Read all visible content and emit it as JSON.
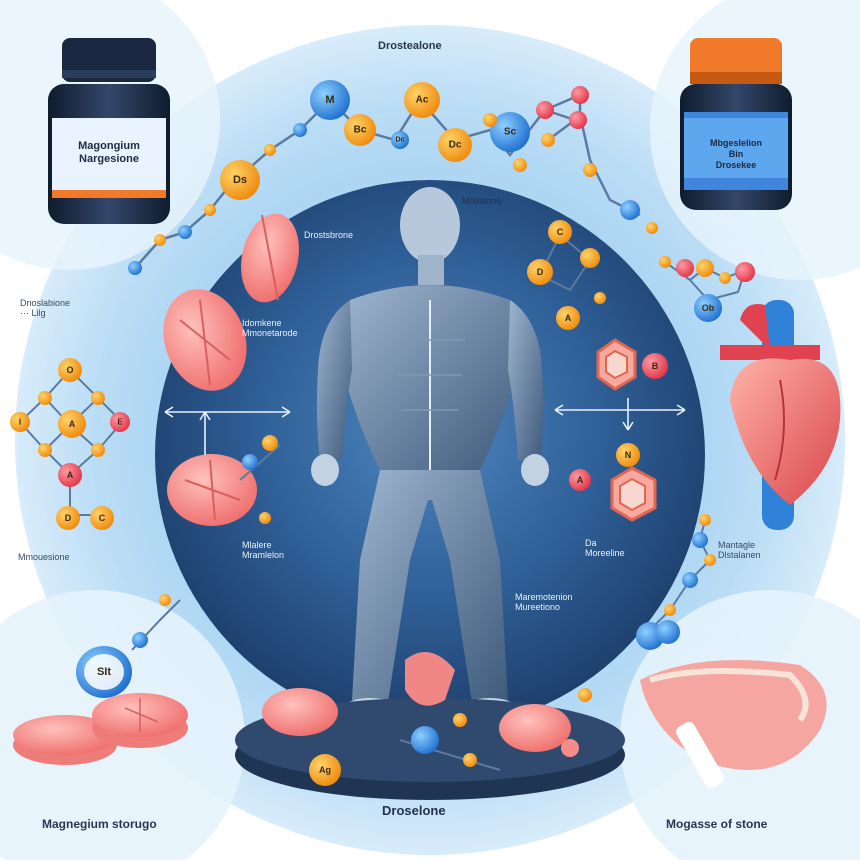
{
  "title_top": "Drostealone",
  "title_bottom": "Droselone",
  "bottle_left": {
    "line1": "Magongium",
    "line2": "Nargesione"
  },
  "bottle_right": {
    "line1": "Mbgeslelion",
    "line2": "Bin",
    "line3": "Drosekee"
  },
  "figure_label_left": "Drostsbrone",
  "figure_label_right": "Mrelalono",
  "left_mid_label": {
    "line1": "Dnoslabione",
    "line2": "··· Lilg"
  },
  "pill_label": {
    "line1": "Idomkene",
    "line2": "Mmonetarode"
  },
  "pill_label_2": {
    "line1": "Mlalere",
    "line2": "Mramlelon"
  },
  "left_small_label": "Mmouesione",
  "right_small_label": {
    "line1": "Da",
    "line2": "Moreeline"
  },
  "right_mid_label": {
    "line1": "Mantagle",
    "line2": "Dlstalanen"
  },
  "bottom_mid_label": {
    "line1": "Maremotenion",
    "line2": "Mureetiono"
  },
  "corner_bottom_left": "Magnegium storugo",
  "corner_bottom_right": "Mogasse of stone",
  "tablet_text": "SIt",
  "atoms": {
    "top_m": "M",
    "top_a": "Ac",
    "top_bc": "Bc",
    "top_dc": "Dc",
    "top_dc2": "Dc",
    "top_sc": "Sc",
    "left_ds": "Ds",
    "mol_o": "O",
    "mol_a": "A",
    "mol_e": "E",
    "mol_i": "I",
    "mol_a2": "A",
    "mol_d": "D",
    "mol_c": "C",
    "r_c": "C",
    "r_d": "D",
    "r_a": "A",
    "r_b": "B",
    "r_n": "N",
    "r_a2": "A",
    "bottom_ag": "Ag",
    "rr_ob": "Ob"
  },
  "colors": {
    "outer_ring": "#cfe6f8",
    "inner_circle": "#2e5e95",
    "blue_atom": "#2f8fe3",
    "orange_atom": "#f39a12",
    "red_atom": "#ef5060",
    "pill_pink": "#f58c88",
    "bottle_orange": "#f07a2a",
    "bottle_dark": "#1f2e45"
  }
}
